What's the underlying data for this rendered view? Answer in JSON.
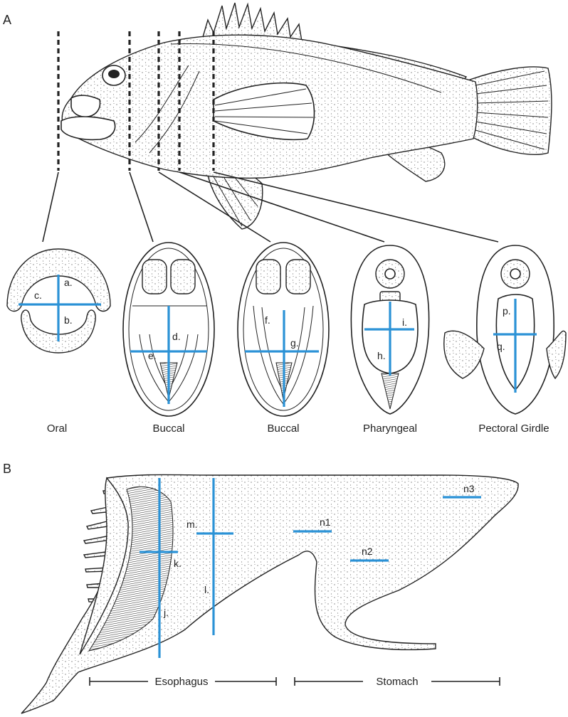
{
  "panels": {
    "a": "A",
    "b": "B"
  },
  "sections": [
    "Oral",
    "Buccal",
    "Buccal",
    "Pharyngeal",
    "Pectoral Girdle"
  ],
  "measurements": {
    "a": "a.",
    "b": "b.",
    "c": "c.",
    "d": "d.",
    "e": "e.",
    "f": "f.",
    "g": "g.",
    "h": "h.",
    "i": "i.",
    "p": "p.",
    "q": "q.",
    "j": "j.",
    "k": "k.",
    "l": "l.",
    "m": "m.",
    "n1": "n1",
    "n2": "n2",
    "n3": "n3"
  },
  "regions": {
    "esophagus": "Esophagus",
    "stomach": "Stomach"
  },
  "colors": {
    "measurement": "#2b92d6",
    "ink": "#222222"
  }
}
